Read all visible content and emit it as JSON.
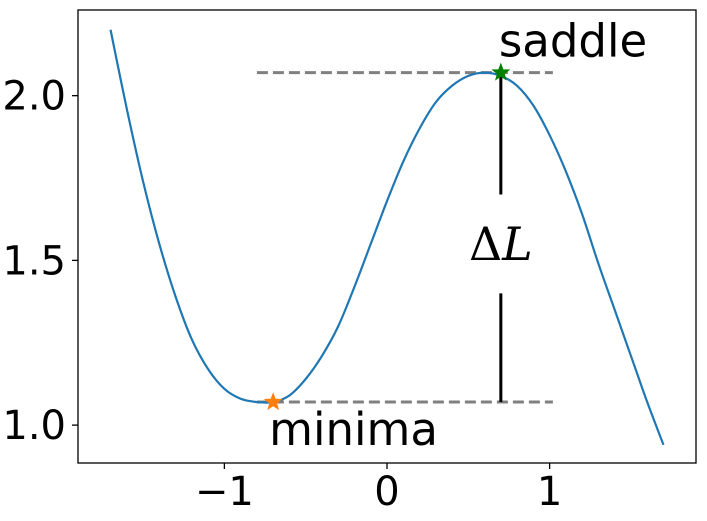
{
  "chart_data": {
    "type": "line",
    "title": "",
    "xlabel": "",
    "ylabel": "",
    "xlim": [
      -1.9,
      1.9
    ],
    "ylim": [
      0.885,
      2.26
    ],
    "x_ticks": [
      -1,
      0,
      1
    ],
    "x_tick_labels": [
      "−1",
      "0",
      "1"
    ],
    "y_ticks": [
      1.0,
      1.5,
      2.0
    ],
    "y_tick_labels": [
      "1.0",
      "1.5",
      "2.0"
    ],
    "grid": false,
    "series": [
      {
        "color": "#1f77b4",
        "x": [
          -1.7,
          -1.6,
          -1.5,
          -1.4,
          -1.3,
          -1.2,
          -1.1,
          -1.0,
          -0.9,
          -0.8,
          -0.7,
          -0.6,
          -0.5,
          -0.4,
          -0.3,
          -0.2,
          -0.1,
          0.0,
          0.1,
          0.2,
          0.3,
          0.4,
          0.5,
          0.6,
          0.7,
          0.8,
          0.9,
          1.0,
          1.1,
          1.2,
          1.3,
          1.4,
          1.5,
          1.6,
          1.7
        ],
        "y": [
          2.2,
          1.96,
          1.74,
          1.55,
          1.39,
          1.26,
          1.17,
          1.11,
          1.08,
          1.07,
          1.07,
          1.09,
          1.14,
          1.21,
          1.3,
          1.42,
          1.55,
          1.68,
          1.8,
          1.9,
          1.98,
          2.03,
          2.06,
          2.07,
          2.06,
          2.03,
          1.97,
          1.88,
          1.77,
          1.64,
          1.49,
          1.35,
          1.21,
          1.07,
          0.94
        ]
      }
    ],
    "markers": [
      {
        "name": "minima",
        "x": -0.7,
        "y": 1.07,
        "color": "#ff7f0e",
        "symbol": "star-icon"
      },
      {
        "name": "saddle",
        "x": 0.7,
        "y": 2.07,
        "color": "#008000",
        "symbol": "star-icon"
      }
    ],
    "reference_lines": [
      {
        "y": 2.07,
        "x_from": -0.8,
        "x_to": 1.02,
        "color": "#808080",
        "style": "dashed"
      },
      {
        "y": 1.07,
        "x_from": -0.8,
        "x_to": 1.02,
        "color": "#808080",
        "style": "dashed"
      }
    ],
    "gap_arrow": {
      "x": 0.7,
      "y_from": 1.07,
      "y_to": 2.07,
      "label_gap": [
        1.4,
        1.7
      ],
      "label_y": 1.55,
      "color": "#000000"
    },
    "annotations": {
      "saddle": "saddle",
      "minima": "minima",
      "delta_symbol": "Δ",
      "delta_var": "L"
    }
  }
}
